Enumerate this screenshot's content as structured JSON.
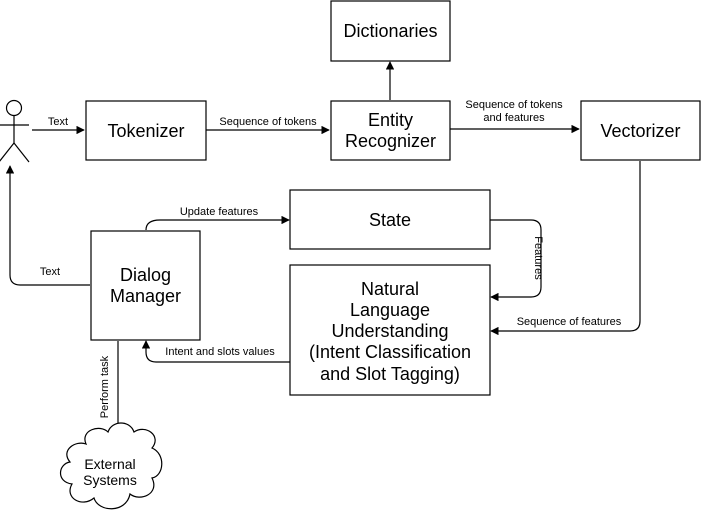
{
  "nodes": {
    "dictionaries": "Dictionaries",
    "tokenizer": "Tokenizer",
    "entity_recognizer": [
      "Entity",
      "Recognizer"
    ],
    "vectorizer": "Vectorizer",
    "state": "State",
    "dialog_manager": [
      "Dialog",
      "Manager"
    ],
    "nlu": [
      "Natural",
      "Language",
      "Understanding",
      "(Intent Classification",
      "and Slot Tagging)"
    ],
    "external_systems": [
      "External",
      "Systems"
    ]
  },
  "edges": {
    "user_to_tokenizer": "Text",
    "tokenizer_to_entity": "Sequence of tokens",
    "entity_to_vectorizer": [
      "Sequence of tokens",
      "and features"
    ],
    "dialog_to_state": "Update features",
    "state_to_nlu": "Features",
    "dialog_to_user": "Text",
    "vectorizer_to_nlu": "Sequence of features",
    "nlu_to_dialog": "Intent and slots values",
    "dialog_to_external": "Perform task"
  }
}
